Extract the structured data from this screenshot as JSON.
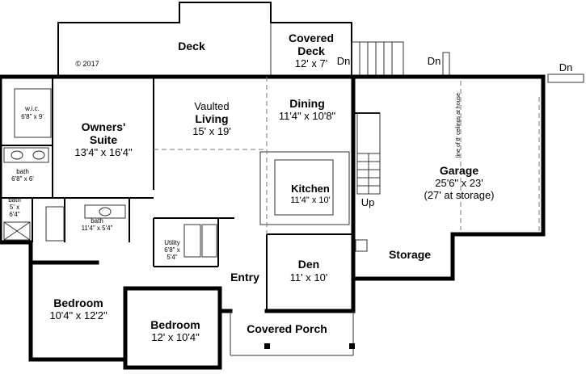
{
  "copyright": "© 2017",
  "rooms": {
    "deck": {
      "name": "Deck"
    },
    "covered_deck": {
      "name": "Covered Deck",
      "name_line1": "Covered",
      "name_line2": "Deck",
      "dims": "12' x 7'"
    },
    "wic": {
      "name": "w.i.c.",
      "dims": "6'8\" x 9'"
    },
    "owners_suite": {
      "name_line1": "Owners'",
      "name_line2": "Suite",
      "dims": "13'4\" x 16'4\""
    },
    "bath1": {
      "name": "bath",
      "dims": "6'8\" x 6'"
    },
    "bath2": {
      "name": "bath",
      "dims_line1": "5' x",
      "dims_line2": "6'4\""
    },
    "bath3": {
      "name": "bath",
      "dims": "11'4\" x 5'4\""
    },
    "vaulted_living": {
      "name_line1": "Vaulted",
      "name_line2": "Living",
      "dims": "15' x 19'"
    },
    "dining": {
      "name": "Dining",
      "dims": "11'4\" x 10'8\""
    },
    "kitchen": {
      "name": "Kitchen",
      "dims": "11'4\" x 10'"
    },
    "utility": {
      "name": "Utility",
      "dims_line1": "6'8\" x",
      "dims_line2": "5'4\""
    },
    "entry": {
      "name": "Entry"
    },
    "den": {
      "name": "Den",
      "dims": "11' x 10'"
    },
    "storage": {
      "name": "Storage"
    },
    "garage": {
      "name": "Garage",
      "dims": "25'6\" x 23'",
      "note": "(27' at storage)",
      "ceiling_note": "line of 8' ceilings at house"
    },
    "bedroom1": {
      "name": "Bedroom",
      "dims": "10'4\" x 12'2\""
    },
    "bedroom2": {
      "name": "Bedroom",
      "dims": "12' x 10'4\""
    },
    "covered_porch": {
      "name": "Covered Porch"
    }
  },
  "labels": {
    "dn": "Dn",
    "up": "Up"
  }
}
